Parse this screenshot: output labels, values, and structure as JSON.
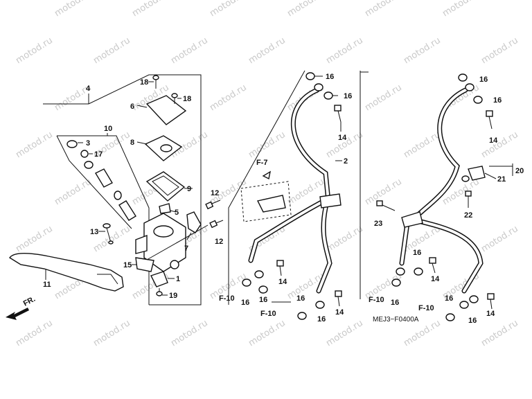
{
  "watermark": "motod.ru",
  "diagram_code": "MEJ3−F0400A",
  "direction_label": "FR.",
  "ref_labels": {
    "f7": "F-7",
    "f10": "F-10"
  },
  "part_labels": {
    "p1": "1",
    "p2": "2",
    "p3": "3",
    "p4": "4",
    "p5": "5",
    "p6": "6",
    "p7": "7",
    "p8": "8",
    "p9": "9",
    "p10": "10",
    "p11": "11",
    "p12": "12",
    "p13": "13",
    "p14": "14",
    "p15": "15",
    "p16": "16",
    "p17": "17",
    "p18": "18",
    "p19": "19",
    "p20": "20",
    "p21": "21",
    "p22": "22",
    "p23": "23"
  }
}
